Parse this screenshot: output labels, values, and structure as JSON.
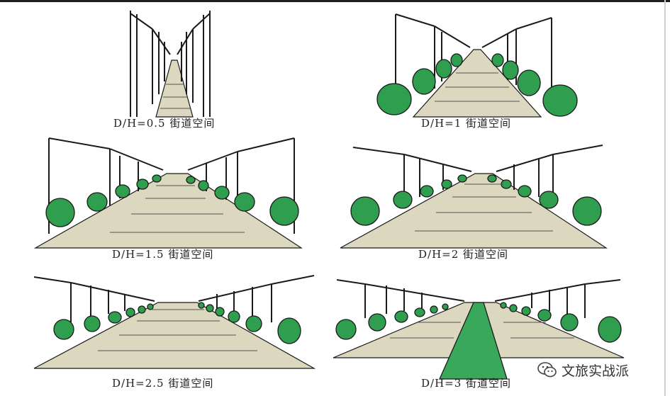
{
  "panels": [
    {
      "caption": "D/H=0.5 街道空间",
      "ratio": 0.5,
      "median": false
    },
    {
      "caption": "D/H=1 街道空间",
      "ratio": 1,
      "median": false
    },
    {
      "caption": "D/H=1.5 街道空间",
      "ratio": 1.5,
      "median": false
    },
    {
      "caption": "D/H=2 街道空间",
      "ratio": 2,
      "median": false
    },
    {
      "caption": "D/H=2.5 街道空间",
      "ratio": 2.5,
      "median": false
    },
    {
      "caption": "D/H=3 街道空间",
      "ratio": 3,
      "median": true
    }
  ],
  "watermark": {
    "text": "文旅实战派",
    "icon": "wechat-icon"
  },
  "colors": {
    "road": "#dcd8bf",
    "road_edge": "#c9c3a4",
    "tree": "#2f9e4e",
    "tree_dark": "#1f7a3a",
    "line": "#1a1a1a",
    "median": "#3aa85a"
  }
}
